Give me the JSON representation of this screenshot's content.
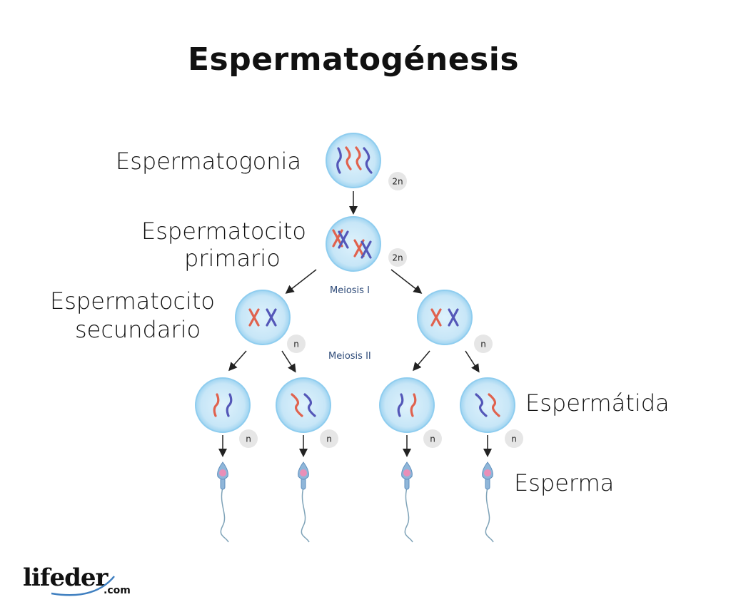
{
  "title": "Espermatogénesis",
  "labels": {
    "spermatogonia": "Espermatogonia",
    "primary_line1": "Espermatocito",
    "primary_line2": "primario",
    "secondary_line1": "Espermatocito",
    "secondary_line2": "secundario",
    "spermatid": "Espermátida",
    "sperm": "Esperma",
    "meiosis1": "Meiosis I",
    "meiosis2": "Meiosis II"
  },
  "ploidy": {
    "spermatogonia": "2n",
    "primary": "2n",
    "secondary": [
      "n",
      "n"
    ],
    "spermatids": [
      "n",
      "n",
      "n",
      "n"
    ]
  },
  "colors": {
    "cell_fill": "#c9e8f8",
    "cell_edge": "#8fcdef",
    "chrom_red": "#e0624e",
    "chrom_blue": "#5457b8",
    "badge": "#e6e6e6",
    "sperm_head": "#e98fb8",
    "sperm_body": "#8fb6d9",
    "tail": "#7fa3b8"
  },
  "logo": {
    "main": "lifeder",
    "suffix": ".com"
  }
}
